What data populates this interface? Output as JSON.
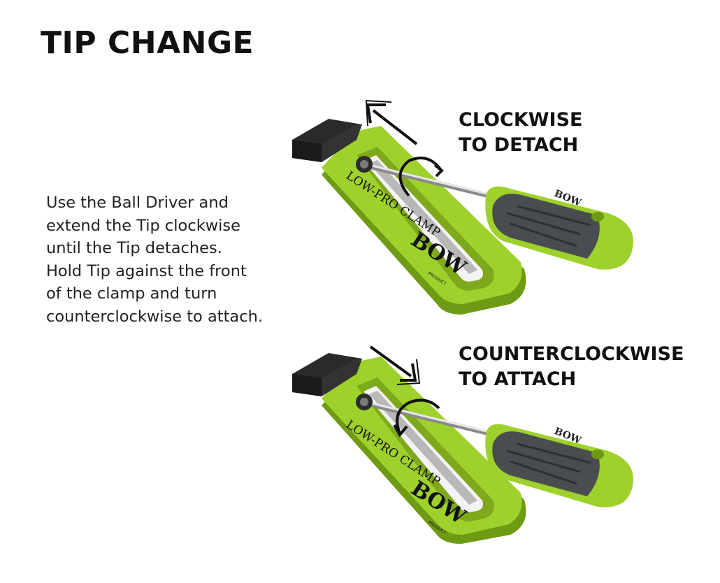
{
  "title": "TIP CHANGE",
  "description_lines": [
    "Use the Ball Driver and",
    "extend the Tip clockwise",
    "until the Tip detaches.",
    "Hold Tip against the front",
    "of the clamp and turn",
    "counterclockwise to attach."
  ],
  "steps": [
    {
      "label_lines": [
        "CLOCKWISE",
        "TO DETACH"
      ],
      "direction": "clockwise"
    },
    {
      "label_lines": [
        "COUNTERCLOCKWISE",
        "TO ATTACH"
      ],
      "direction": "counterclockwise"
    }
  ],
  "product": {
    "clamp_text": "LOW-PRO CLAMP",
    "brand": "BOW",
    "brand_sub": "PRODUCT",
    "handle_brand": "BOW"
  },
  "colors": {
    "clamp_green": "#9ed12c",
    "clamp_shadow": "#6f9a14",
    "grip_gray": "#4a4d50",
    "rubber_black": "#222222",
    "text": "#111111"
  }
}
